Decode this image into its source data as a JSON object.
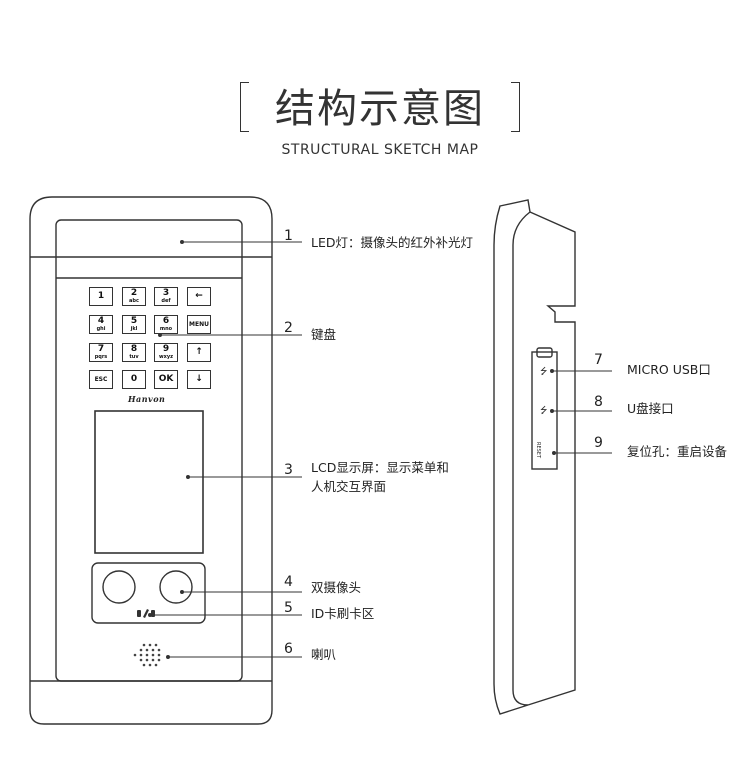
{
  "title": "结构示意图",
  "subtitle": "STRUCTURAL SKETCH MAP",
  "brand": "Hanvon",
  "keypad": [
    {
      "main": "1",
      "sub": ""
    },
    {
      "main": "2",
      "sub": "abc"
    },
    {
      "main": "3",
      "sub": "def"
    },
    {
      "main": "←",
      "sub": ""
    },
    {
      "main": "4",
      "sub": "ghi"
    },
    {
      "main": "5",
      "sub": "jkl"
    },
    {
      "main": "6",
      "sub": "mno"
    },
    {
      "main": "MENU",
      "sub": ""
    },
    {
      "main": "7",
      "sub": "pqrs"
    },
    {
      "main": "8",
      "sub": "tuv"
    },
    {
      "main": "9",
      "sub": "wxyz"
    },
    {
      "main": "↑",
      "sub": ""
    },
    {
      "main": "ESC",
      "sub": ""
    },
    {
      "main": "0",
      "sub": ""
    },
    {
      "main": "OK",
      "sub": ""
    },
    {
      "main": "↓",
      "sub": ""
    }
  ],
  "side_port_labels": {
    "reset": "RESET"
  },
  "callouts": [
    {
      "num": "1",
      "text": "LED灯：摄像头的红外补光灯"
    },
    {
      "num": "2",
      "text": "键盘"
    },
    {
      "num": "3",
      "text": "LCD显示屏：显示菜单和",
      "text2": "人机交互界面"
    },
    {
      "num": "4",
      "text": "双摄像头"
    },
    {
      "num": "5",
      "text": "ID卡刷卡区"
    },
    {
      "num": "6",
      "text": "喇叭"
    },
    {
      "num": "7",
      "text": "MICRO USB口"
    },
    {
      "num": "8",
      "text": "U盘接口"
    },
    {
      "num": "9",
      "text": "复位孔：重启设备"
    }
  ]
}
